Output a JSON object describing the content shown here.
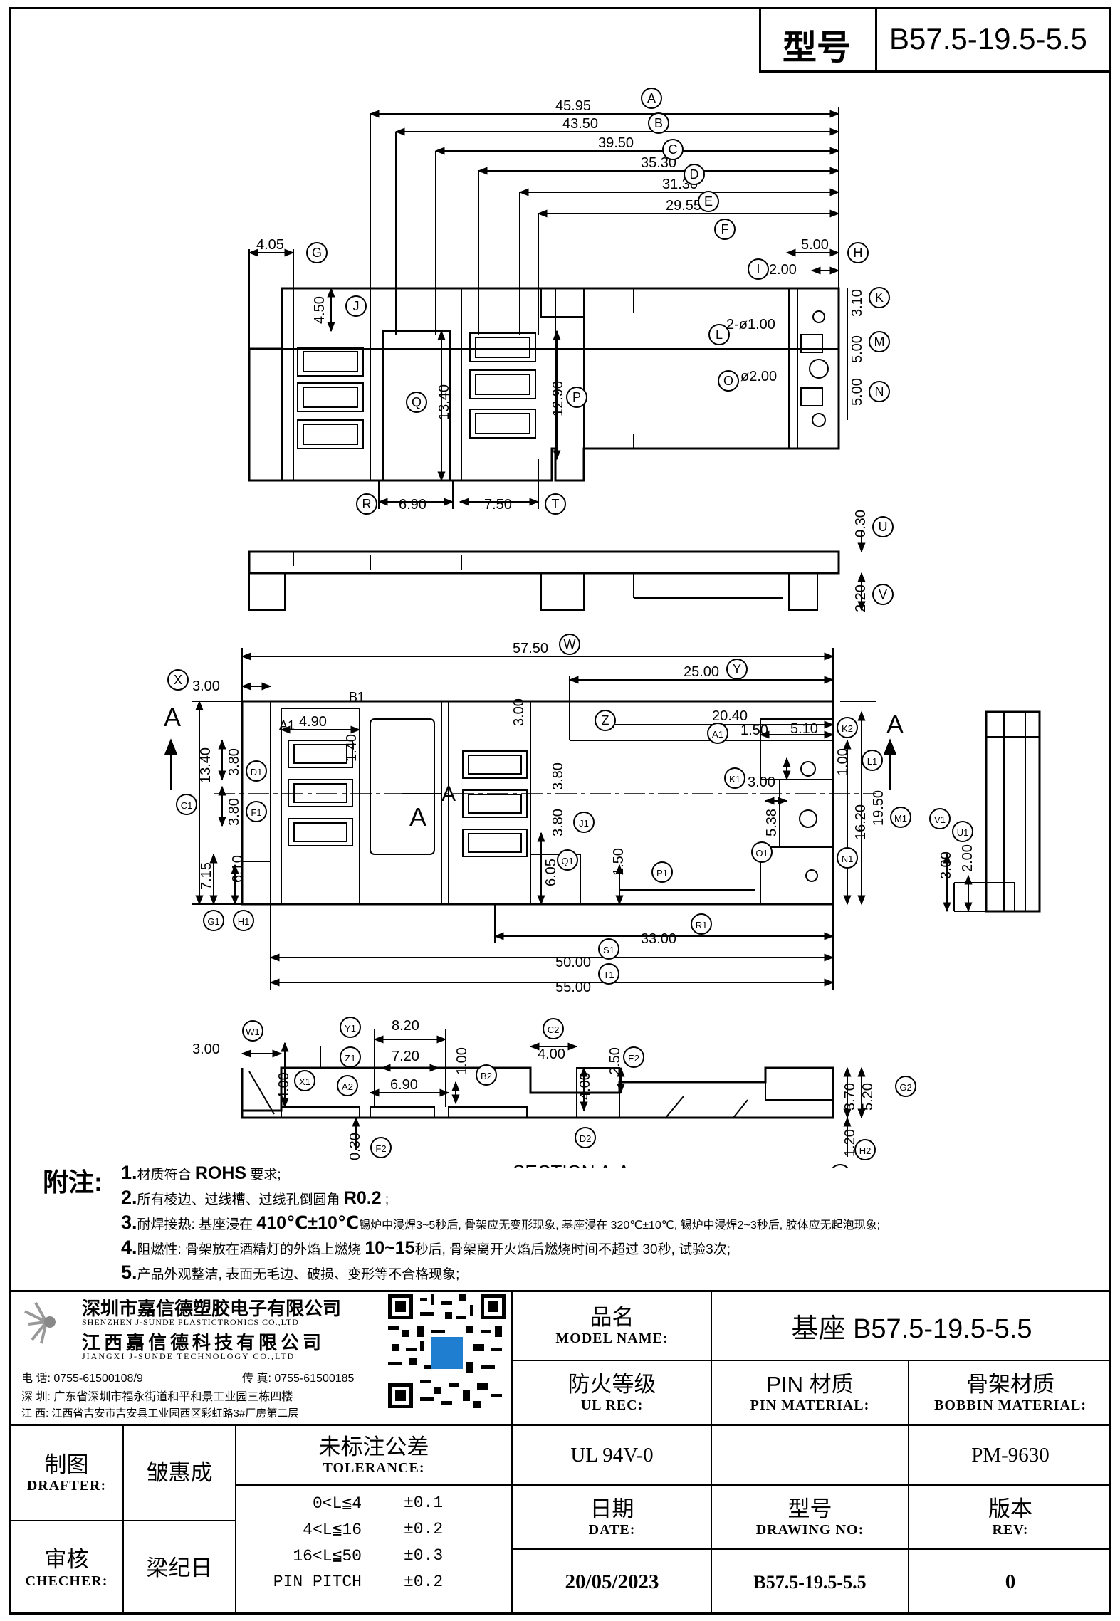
{
  "header": {
    "label": "型号",
    "model": "B57.5-19.5-5.5"
  },
  "drawing": {
    "top_view": {
      "dims": [
        {
          "id": "A",
          "value": "45.95"
        },
        {
          "id": "B",
          "value": "43.50"
        },
        {
          "id": "C",
          "value": "39.50"
        },
        {
          "id": "D",
          "value": "35.30"
        },
        {
          "id": "E",
          "value": "31.30"
        },
        {
          "id": "F",
          "value": "29.55"
        },
        {
          "id": "G",
          "value": "4.05"
        },
        {
          "id": "H",
          "value": "5.00"
        },
        {
          "id": "I",
          "value": "2.00"
        },
        {
          "id": "J",
          "value": "4.50"
        },
        {
          "id": "K",
          "value": "3.10"
        },
        {
          "id": "L",
          "value": "2-ø1.00"
        },
        {
          "id": "M",
          "value": "5.00"
        },
        {
          "id": "N",
          "value": "5.00"
        },
        {
          "id": "O",
          "value": "ø2.00"
        },
        {
          "id": "P",
          "value": "12.90"
        },
        {
          "id": "Q",
          "value": "13.40"
        },
        {
          "id": "R",
          "value": "6.90"
        },
        {
          "id": "T",
          "value": "7.50"
        }
      ]
    },
    "side_view": {
      "dims": [
        {
          "id": "U",
          "value": "0.30"
        },
        {
          "id": "V",
          "value": "2.20"
        }
      ]
    },
    "bottom_view": {
      "section_label": "A",
      "b1_label": "B1",
      "a1_label": "A1",
      "dims": [
        {
          "id": "W",
          "value": "57.50"
        },
        {
          "id": "X",
          "value": "3.00"
        },
        {
          "id": "Y",
          "value": "25.00"
        },
        {
          "id": "Z",
          "value": "20.40"
        },
        {
          "id": "A1",
          "value": "4.90"
        },
        {
          "id": "B1",
          "value": "1.40"
        },
        {
          "id": "C1",
          "value": "13.40"
        },
        {
          "id": "D1",
          "value": "3.80"
        },
        {
          "id": "F1",
          "value": "3.80"
        },
        {
          "id": "G1",
          "value": "7.15"
        },
        {
          "id": "H1",
          "value": "6.10"
        },
        {
          "id": "I1",
          "value": "3.80"
        },
        {
          "id": "J1",
          "value": "3.80"
        },
        {
          "id": "K1",
          "value": "3.00"
        },
        {
          "id": "K2",
          "value": "5.10"
        },
        {
          "id": "L1",
          "value": "1.00"
        },
        {
          "id": "L2",
          "value": "1.50"
        },
        {
          "id": "M1",
          "value": "19.50"
        },
        {
          "id": "N1",
          "value": "16.20"
        },
        {
          "id": "O1",
          "value": "5.38"
        },
        {
          "id": "P1",
          "value": "1.50"
        },
        {
          "id": "Q1",
          "value": "6.05"
        },
        {
          "id": "R1",
          "value": "33.00"
        },
        {
          "id": "S1",
          "value": "50.00"
        },
        {
          "id": "T1",
          "value": "55.00"
        },
        {
          "id": "top",
          "value": "3.00"
        }
      ]
    },
    "right_view": {
      "dims": [
        {
          "id": "V1",
          "value": "3.00"
        },
        {
          "id": "U1",
          "value": "2.00"
        }
      ]
    },
    "section_view": {
      "title": "SECTION A-A",
      "dims": [
        {
          "id": "W1",
          "value": "3.00"
        },
        {
          "id": "X1",
          "value": "4.00"
        },
        {
          "id": "Y1",
          "value": "8.20"
        },
        {
          "id": "Z1",
          "value": "7.20"
        },
        {
          "id": "A2",
          "value": "6.90"
        },
        {
          "id": "B2",
          "value": "1.00"
        },
        {
          "id": "C2",
          "value": "4.00"
        },
        {
          "id": "D2",
          "value": "4.00"
        },
        {
          "id": "E2",
          "value": "2.50"
        },
        {
          "id": "F2",
          "value": "0.30"
        },
        {
          "id": "G2",
          "value": "5.20"
        },
        {
          "id": "G2b",
          "value": "3.70"
        },
        {
          "id": "H2",
          "value": "1.20"
        },
        {
          "id": "I2",
          "value": ""
        }
      ]
    }
  },
  "notes": {
    "heading": "附注:",
    "items": [
      {
        "num": "1.",
        "pre": "材质符合 ",
        "bold": "ROHS",
        "post": " 要求;"
      },
      {
        "num": "2.",
        "pre": "所有棱边、过线槽、过线孔倒圆角 ",
        "bold": "R0.2",
        "post": " ;"
      },
      {
        "num": "3.",
        "pre": "耐焊接热: 基座浸在 ",
        "bold": "410℃±10℃",
        "post": "锡炉中浸焊3~5秒后, 骨架应无变形现象, 基座浸在 320℃±10℃, 锡炉中浸焊2~3秒后, 胶体应无起泡现象;"
      },
      {
        "num": "4.",
        "pre": "阻燃性: 骨架放在酒精灯的外焰上燃烧 ",
        "bold": "10~15",
        "post": "秒后, 骨架离开火焰后燃烧时间不超过 30秒, 试验3次;"
      },
      {
        "num": "5.",
        "pre": "产品外观整洁, 表面无毛边、破损、变形等不合格现象;",
        "bold": "",
        "post": ""
      }
    ]
  },
  "title_block": {
    "company_cn_1": "深圳市嘉信德塑胶电子有限公司",
    "company_en_1": "SHENZHEN J-SUNDE PLASTICTRONICS CO.,LTD",
    "company_cn_2": "江西嘉信德科技有限公司",
    "company_en_2": "JIANGXI J-SUNDE TECHNOLOGY CO.,LTD",
    "phone": "电 话: 0755-61500108/9",
    "fax": "传 真: 0755-61500185",
    "addr_sz": "深 圳: 广东省深圳市福永街道和平和景工业园三栋四楼",
    "addr_jx": "江 西: 江西省吉安市吉安县工业园西区彩虹路3#厂房第二层",
    "model_name_cn": "品名",
    "model_name_en": "MODEL NAME:",
    "model_name_value": "基座 B57.5-19.5-5.5",
    "ul_cn": "防火等级",
    "ul_en": "UL REC:",
    "pin_cn": "PIN 材质",
    "pin_en": "PIN MATERIAL:",
    "bobbin_cn": "骨架材质",
    "bobbin_en": "BOBBIN MATERIAL:",
    "ul_value": "UL 94V-0",
    "pin_value": "",
    "bobbin_value": "PM-9630",
    "drafter_cn": "制图",
    "drafter_en": "DRAFTER:",
    "drafter_name": "皱惠成",
    "checker_cn": "审核",
    "checker_en": "CHECHER:",
    "checker_name": "梁纪日",
    "tol_cn": "未标注公差",
    "tol_en": "TOLERANCE:",
    "tolerances": [
      {
        "range": "0<L≦4",
        "tol": "±0.1"
      },
      {
        "range": "4<L≦16",
        "tol": "±0.2"
      },
      {
        "range": "16<L≦50",
        "tol": "±0.3"
      },
      {
        "range": "PIN PITCH",
        "tol": "±0.2"
      }
    ],
    "date_cn": "日期",
    "date_en": "DATE:",
    "date_value": "20/05/2023",
    "dwg_cn": "型号",
    "dwg_en": "DRAWING NO:",
    "dwg_value": "B57.5-19.5-5.5",
    "rev_cn": "版本",
    "rev_en": "REV:",
    "rev_value": "0"
  }
}
